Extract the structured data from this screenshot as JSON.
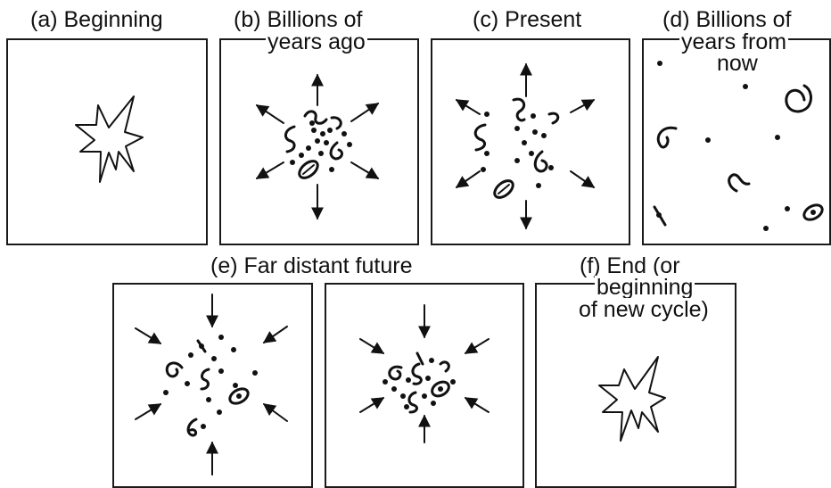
{
  "panels": {
    "a": {
      "label": "(a) Beginning"
    },
    "b": {
      "label_line1": "(b) Billions of",
      "label_line2": "years ago"
    },
    "c": {
      "label": "(c) Present"
    },
    "d": {
      "label_line1": "(d) Billions of",
      "label_line2": "years from",
      "label_line3": "now"
    },
    "e": {
      "label": "(e) Far distant future"
    },
    "f": {
      "label_line1": "(f) End (or",
      "label_line2": "beginning",
      "label_line3": "of new cycle)"
    }
  },
  "colors": {
    "ink": "#111111",
    "background": "#ffffff"
  }
}
